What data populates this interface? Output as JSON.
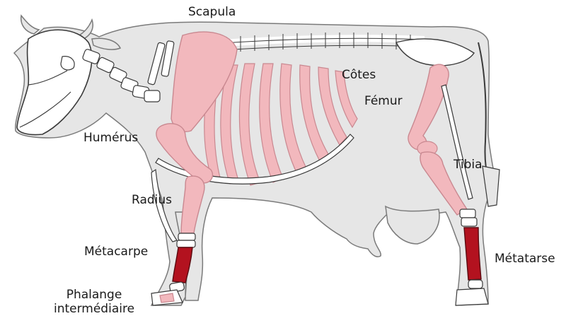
{
  "diagram": {
    "colors": {
      "body_fill": "#e6e6e6",
      "body_stroke": "#7a7a7a",
      "skeleton_fill": "#ffffff",
      "skeleton_stroke": "#3a3a3a",
      "highlight_bone": "#f2b8bd",
      "highlight_bone_stroke": "#c98890",
      "cannon_bone": "#b3121f",
      "label_color": "#1a1a1a"
    },
    "labels": {
      "scapula": "Scapula",
      "cotes": "Côtes",
      "femur": "Fémur",
      "humerus": "Humérus",
      "tibia": "Tibia",
      "radius": "Radius",
      "metacarpe": "Métacarpe",
      "metatarse": "Métatarse",
      "phalange_line1": "Phalange",
      "phalange_line2": "intermédiaire"
    }
  }
}
